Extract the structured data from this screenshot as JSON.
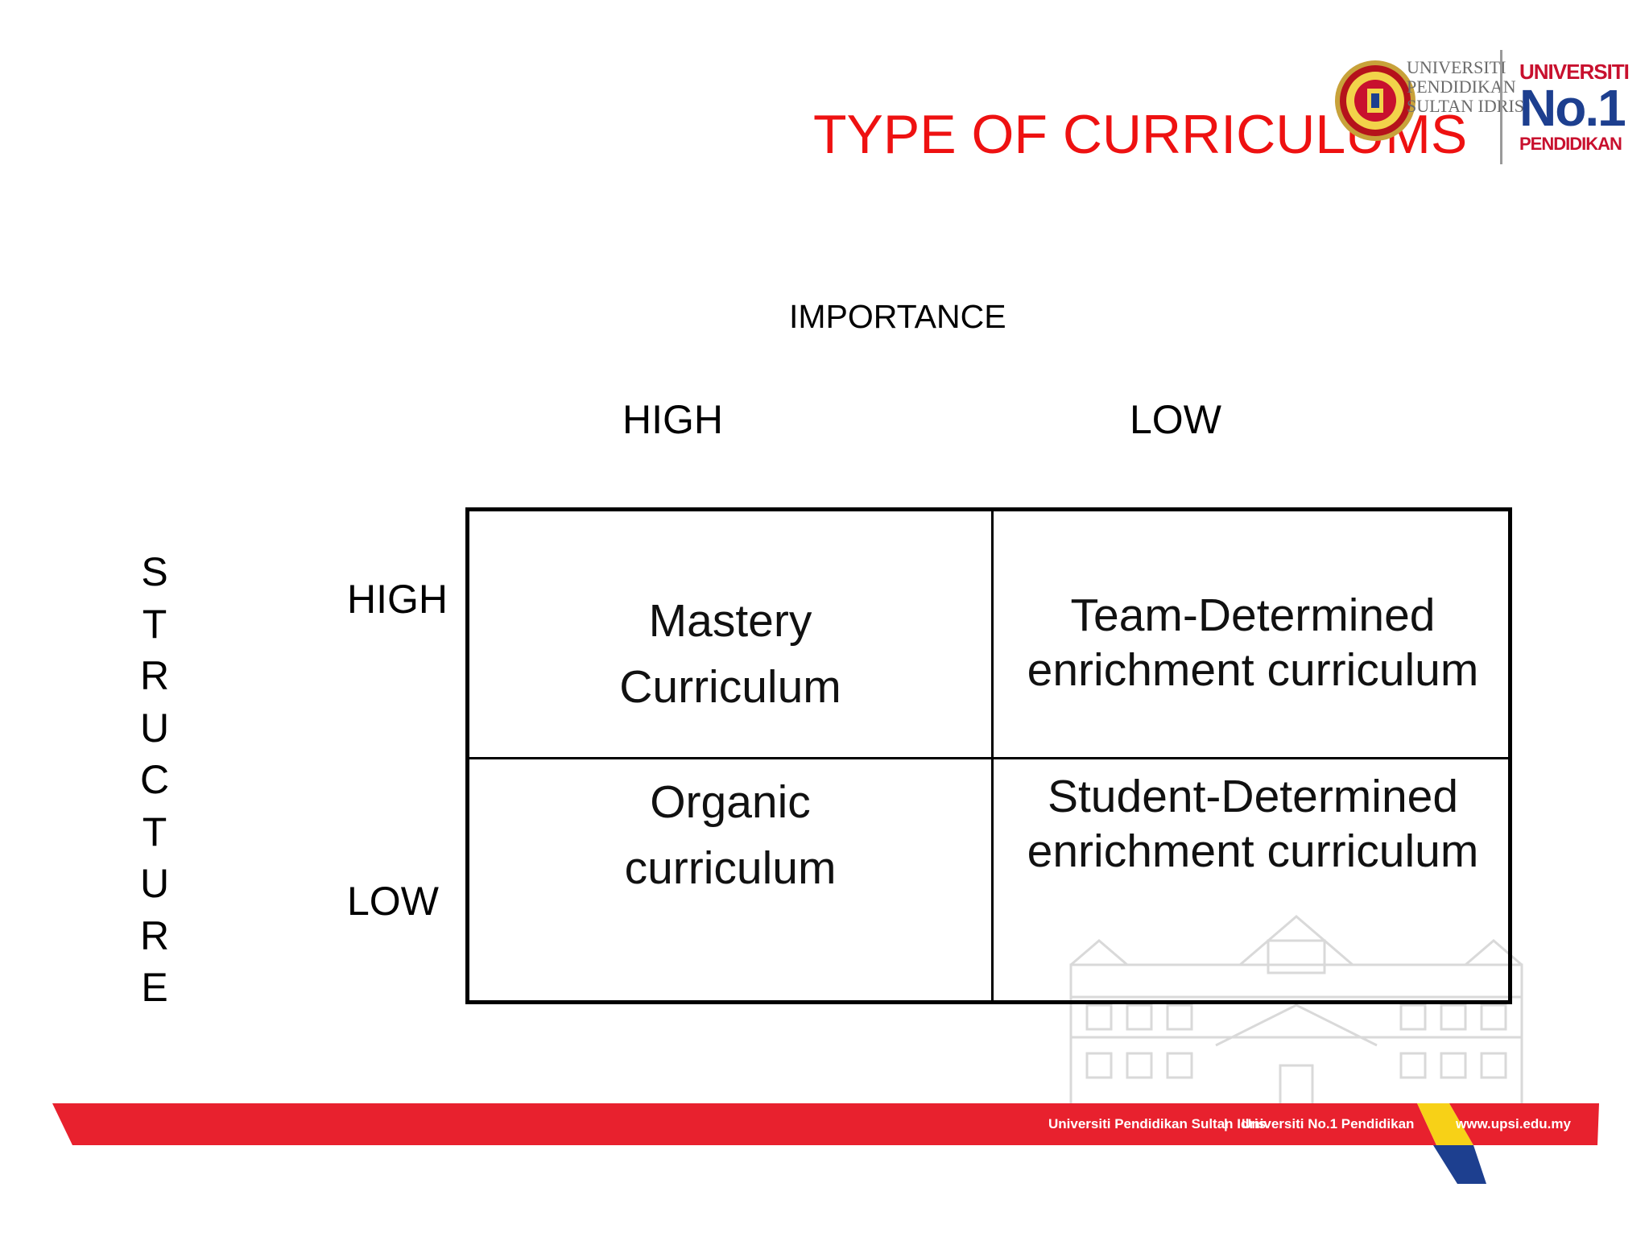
{
  "title": "TYPE OF CURRICULUMS",
  "logo": {
    "univ_lines": [
      "UNIVERSITI",
      "PENDIDIKAN",
      "SULTAN IDRIS"
    ],
    "right_top": "UNIVERSITI",
    "right_mid": "No.1",
    "right_bottom": "PENDIDIKAN"
  },
  "matrix": {
    "x_axis_label": "IMPORTANCE",
    "y_axis_letters": [
      "S",
      "T",
      "R",
      "U",
      "C",
      "T",
      "U",
      "R",
      "E"
    ],
    "columns": [
      "HIGH",
      "LOW"
    ],
    "rows": [
      "HIGH",
      "LOW"
    ],
    "cells": {
      "high_high": [
        "Mastery",
        "Curriculum"
      ],
      "high_low": [
        "Team-Determined",
        "enrichment curriculum"
      ],
      "low_high": [
        "Organic",
        "curriculum"
      ],
      "low_low": [
        "Student-Determined",
        "enrichment curriculum"
      ]
    }
  },
  "footer": {
    "text_1": "Universiti Pendidikan Sultan Idris",
    "separator": "|",
    "text_2": "Universiti No.1 Pendidikan",
    "text_3": "www.upsi.edu.my"
  },
  "colors": {
    "title": "#ee1111",
    "banner_red": "#e8212e",
    "banner_yellow": "#f7d117",
    "banner_blue": "#1d3f8f"
  }
}
